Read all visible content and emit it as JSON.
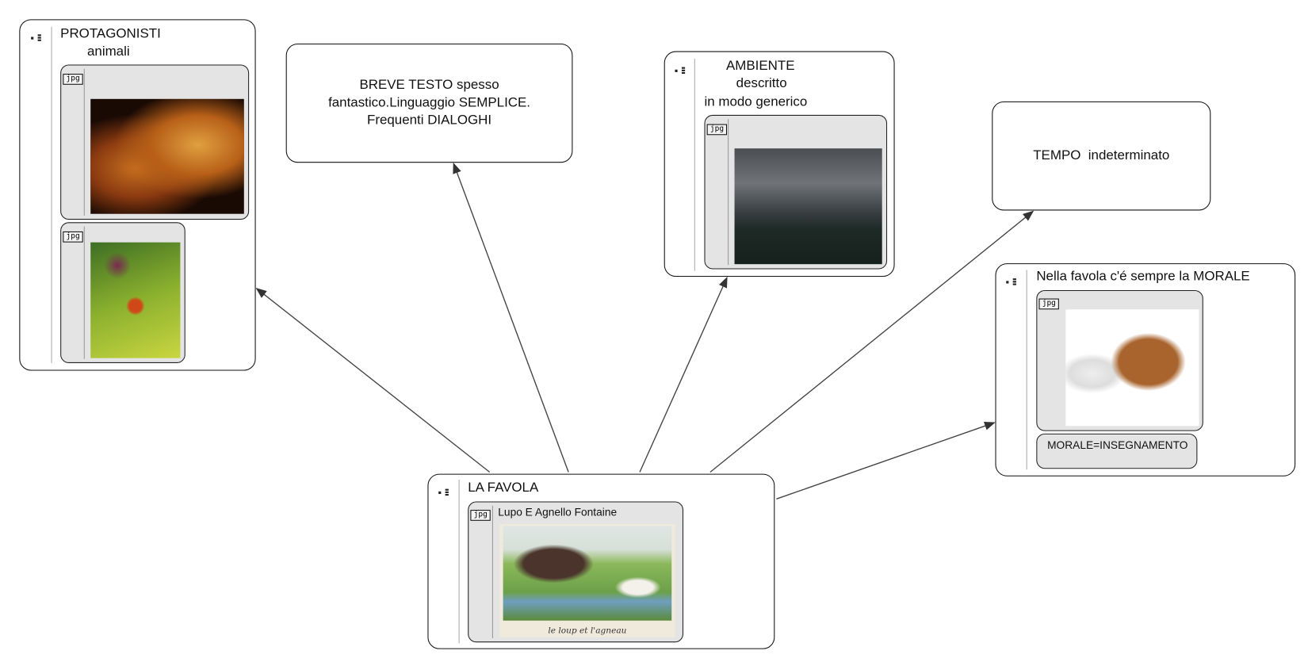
{
  "central": {
    "title": "LA FAVOLA",
    "attachment": {
      "type": "jpg",
      "caption": "Lupo E Agnello Fontaine",
      "image_text": "le loup et l'agneau"
    }
  },
  "protagonisti": {
    "line1": "PROTAGONISTI",
    "line2": "animali",
    "attachments": [
      {
        "type": "jpg"
      },
      {
        "type": "jpg"
      }
    ]
  },
  "breve": {
    "line1": "BREVE TESTO spesso",
    "line2": "fantastico.Linguaggio SEMPLICE.",
    "line3": "Frequenti DIALOGHI"
  },
  "ambiente": {
    "line1": "AMBIENTE",
    "line2": "descritto",
    "line3": "in modo generico",
    "attachment": {
      "type": "jpg"
    }
  },
  "tempo": {
    "text": "TEMPO  indeterminato"
  },
  "morale": {
    "title": "Nella favola c'é sempre la MORALE",
    "attachment": {
      "type": "jpg"
    },
    "note": "MORALE=INSEGNAMENTO"
  }
}
